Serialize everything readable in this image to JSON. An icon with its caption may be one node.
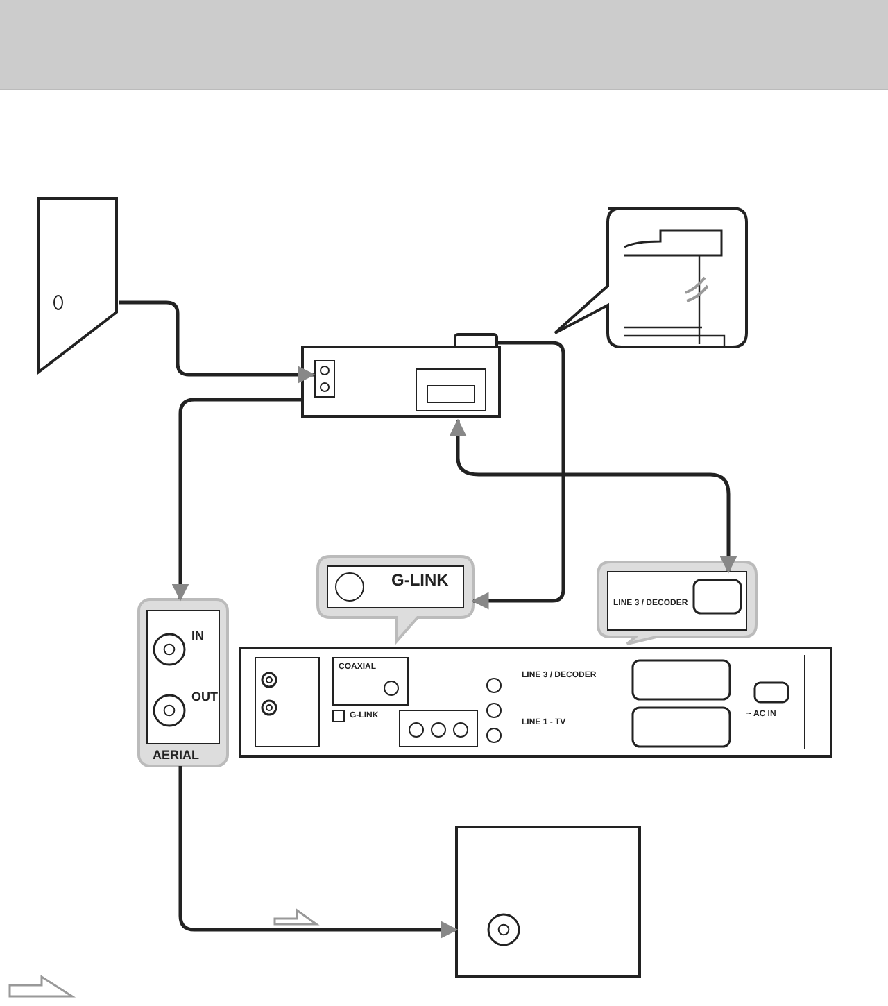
{
  "diagram": {
    "nodes": [
      {
        "text": [],
        "shape": "box"
      },
      {
        "text": [],
        "shape": "box"
      },
      {
        "text": [],
        "shape": "box"
      },
      {
        "text": [
          "IN",
          "OUT",
          "AERIAL"
        ]
      },
      {
        "text": [
          "G-LINK"
        ]
      },
      {
        "text": [
          "LINE 3 / DECODER"
        ]
      },
      {
        "text": [
          "COAXIAL",
          "G-LINK",
          "LINE 3 / DECODER",
          "LINE 1 - TV",
          "~ AC IN"
        ]
      },
      {
        "text": [],
        "shape": "box"
      }
    ],
    "edges": [
      {
        "from": 0,
        "to": 1,
        "arrow": "to"
      },
      {
        "from": 1,
        "to": 3,
        "arrow": "to"
      },
      {
        "from": 3,
        "to": 7,
        "arrow": "to"
      },
      {
        "from": 1,
        "to": 5,
        "arrow": "both"
      },
      {
        "from": 1,
        "to": 4,
        "arrow": "to"
      }
    ]
  }
}
